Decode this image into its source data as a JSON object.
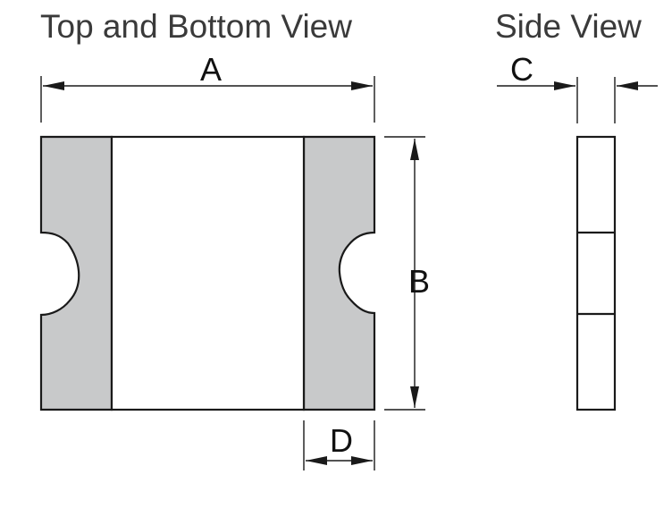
{
  "titles": {
    "top_bottom_view": "Top and Bottom View",
    "side_view": "Side View"
  },
  "dimensions": {
    "a": "A",
    "b": "B",
    "c": "C",
    "d": "D"
  },
  "colors": {
    "terminal_fill": "#c8c9ca",
    "body_fill": "#ffffff",
    "line": "#1a1a1a"
  }
}
